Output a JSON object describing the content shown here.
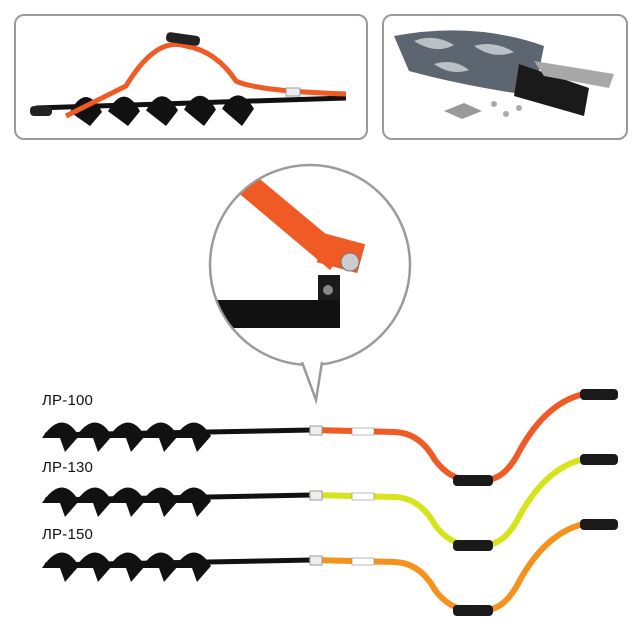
{
  "models": [
    {
      "name": "ЛР-100",
      "color": "#f05a24"
    },
    {
      "name": "ЛР-130",
      "color": "#d6e41e"
    },
    {
      "name": "ЛР-150",
      "color": "#f5921e"
    }
  ],
  "colors": {
    "frame": "#9a9a9a",
    "auger": "#111111",
    "handle_orange": "#f05a24"
  }
}
